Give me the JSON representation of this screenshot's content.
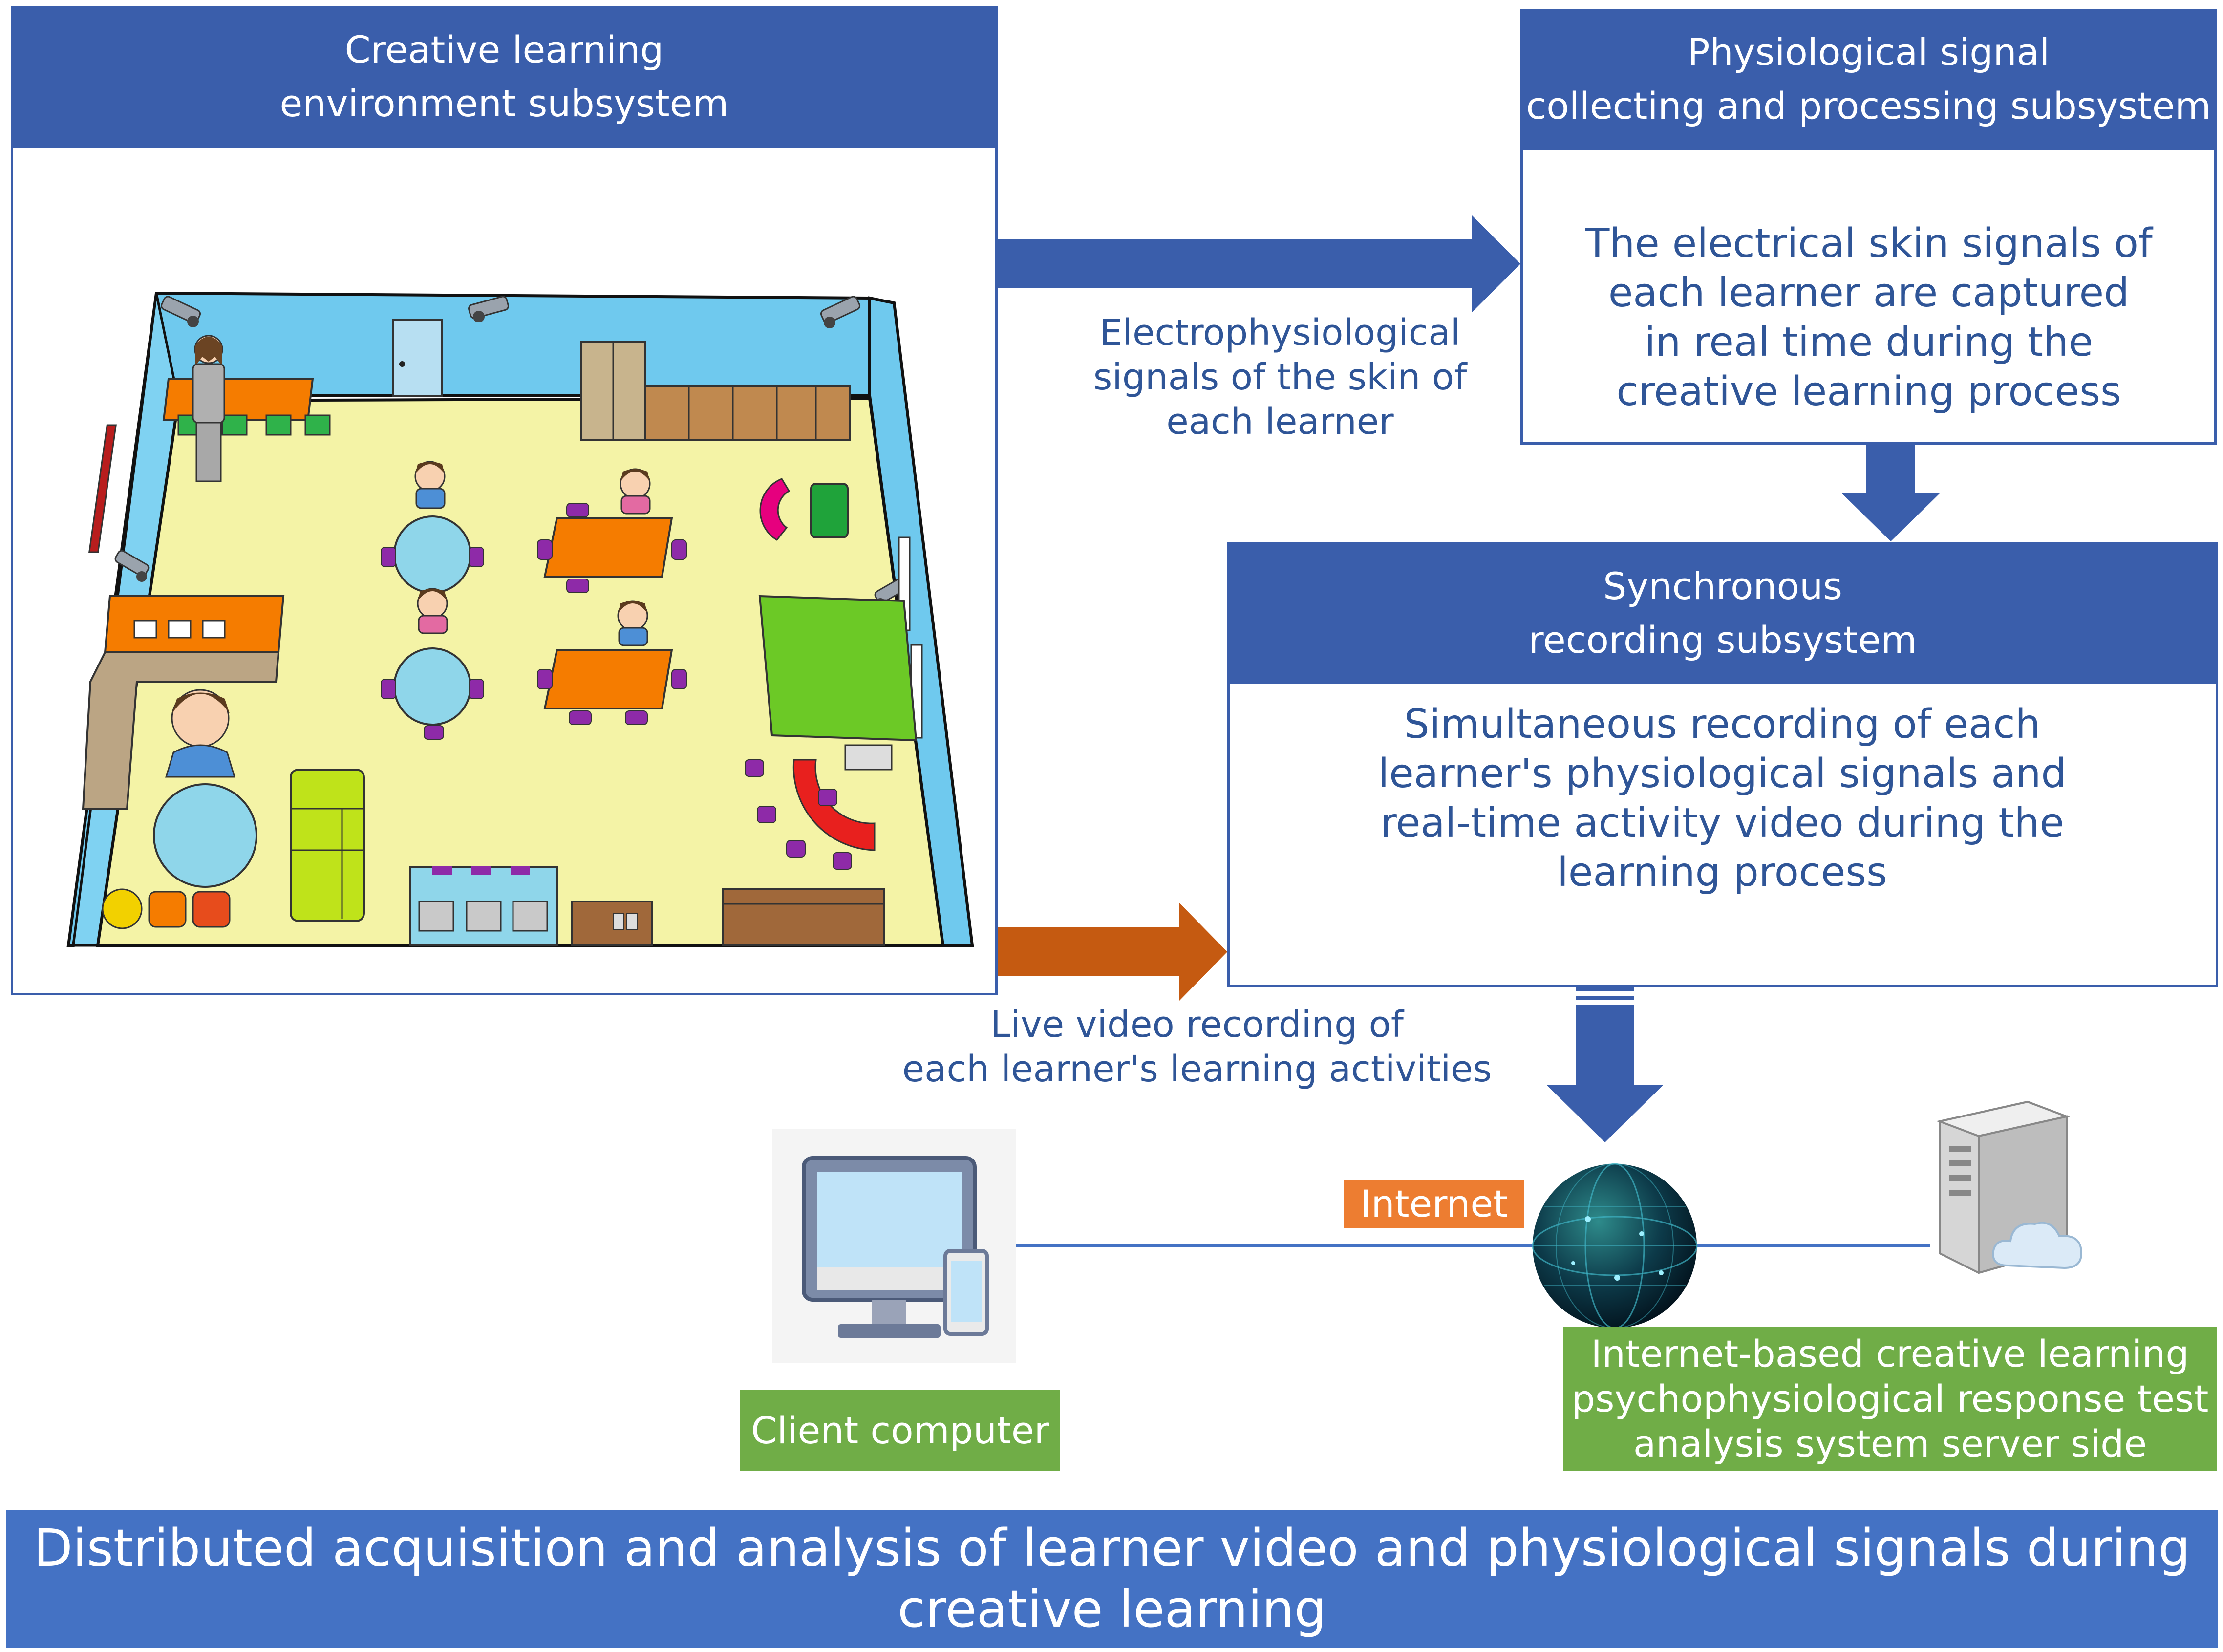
{
  "creative_env": {
    "title_line1": "Creative learning",
    "title_line2": "environment subsystem"
  },
  "physio": {
    "title_line1": "Physiological signal",
    "title_line2": "collecting and processing subsystem",
    "body": [
      "The electrical skin signals of",
      "each learner are captured",
      "in real time during the",
      "creative learning process"
    ]
  },
  "sync": {
    "title_line1": "Synchronous",
    "title_line2": "recording subsystem",
    "body": [
      "Simultaneous recording of each",
      "learner's physiological signals and",
      "real-time activity video during the",
      "learning process"
    ]
  },
  "arrow_labels": {
    "electro": [
      "Electrophysiological",
      "signals of the skin of",
      "each learner"
    ],
    "video": [
      "Live video recording of",
      "each learner's learning activities"
    ]
  },
  "network": {
    "internet": "Internet",
    "client": "Client computer",
    "server": [
      "Internet-based creative learning",
      "psychophysiological response test",
      "analysis system server side"
    ]
  },
  "footer": {
    "line1": "Distributed acquisition and analysis of learner video and physiological signals during",
    "line2": "creative learning"
  },
  "colors": {
    "header_blue": "#3a5eab",
    "footer_blue": "#4472c4",
    "text_blue": "#2f5597",
    "orange_arrow": "#c55a11",
    "internet_orange": "#ed7d31",
    "label_green": "#70ad47"
  },
  "icons": [
    "security-camera-icon",
    "teacher-icon",
    "student-icon",
    "door-icon",
    "desktop-computer-icon",
    "globe-icon",
    "server-icon",
    "cloud-icon"
  ]
}
